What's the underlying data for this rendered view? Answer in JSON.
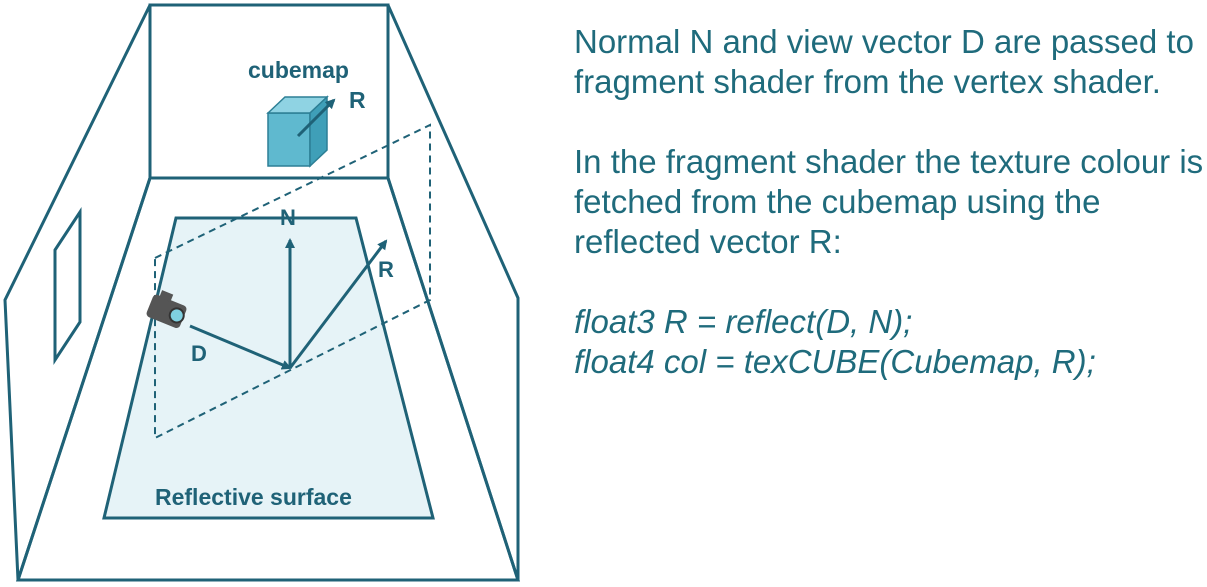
{
  "diagram": {
    "labels": {
      "cubemap": "cubemap",
      "cube_r": "R",
      "normal": "N",
      "reflected": "R",
      "view": "D",
      "surface": "Reflective surface"
    },
    "colors": {
      "line": "#1f6277",
      "surface_fill": "#e6f3f7",
      "cube_front": "#5fb9cf",
      "cube_top": "#8fd3e3",
      "cube_side": "#3f9fb8",
      "camera": "#555555",
      "camera_lens": "#7fd0e0"
    },
    "icons": [
      "camera-icon",
      "cube-icon"
    ]
  },
  "explanation": {
    "para1": "Normal N and view vector D are passed to fragment shader from the vertex shader.",
    "para2": "In the fragment shader the texture colour is fetched from the cubemap using the reflected vector R:",
    "code_line1": "float3 R = reflect(D, N);",
    "code_line2": "float4 col = texCUBE(Cubemap, R);"
  }
}
